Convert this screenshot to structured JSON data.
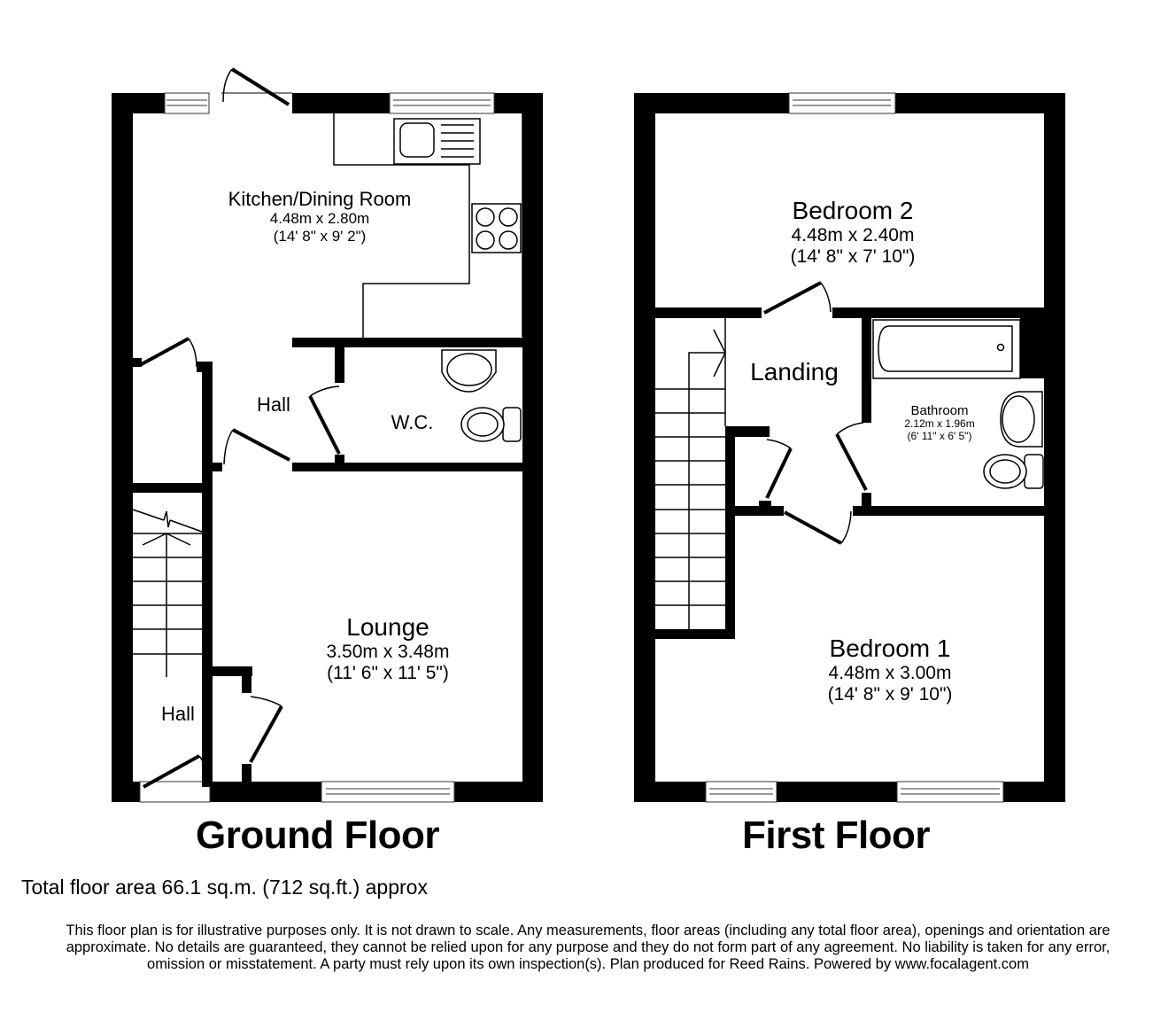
{
  "floors": {
    "ground": {
      "title": "Ground Floor",
      "rooms": {
        "kitchen": {
          "name": "Kitchen/Dining Room",
          "metric": "4.48m x 2.80m",
          "imperial": "(14' 8\" x 9' 2\")"
        },
        "hall_upper": {
          "name": "Hall"
        },
        "wc": {
          "name": "W.C."
        },
        "lounge": {
          "name": "Lounge",
          "metric": "3.50m x 3.48m",
          "imperial": "(11' 6\" x 11' 5\")"
        },
        "hall_lower": {
          "name": "Hall"
        }
      }
    },
    "first": {
      "title": "First Floor",
      "rooms": {
        "bedroom2": {
          "name": "Bedroom 2",
          "metric": "4.48m x 2.40m",
          "imperial": "(14' 8\" x 7' 10\")"
        },
        "landing": {
          "name": "Landing"
        },
        "bathroom": {
          "name": "Bathroom",
          "metric": "2.12m x 1.96m",
          "imperial": "(6' 11\" x 6' 5\")"
        },
        "bedroom1": {
          "name": "Bedroom 1",
          "metric": "4.48m x 3.00m",
          "imperial": "(14' 8\" x 9' 10\")"
        }
      }
    }
  },
  "total_area": "Total floor area 66.1 sq.m. (712 sq.ft.) approx",
  "disclaimer": "This floor plan is for illustrative purposes only. It is not drawn to scale. Any measurements, floor areas (including any total floor area), openings and orientation are approximate. No details are guaranteed, they cannot be relied upon for any purpose and they do not form part of any agreement. No liability is taken for any error, omission or misstatement. A party must rely upon its own inspection(s). Plan produced for Reed Rains. Powered by www.focalagent.com",
  "colors": {
    "wall": "#000000",
    "background": "#ffffff",
    "fixture_line": "#000000"
  }
}
